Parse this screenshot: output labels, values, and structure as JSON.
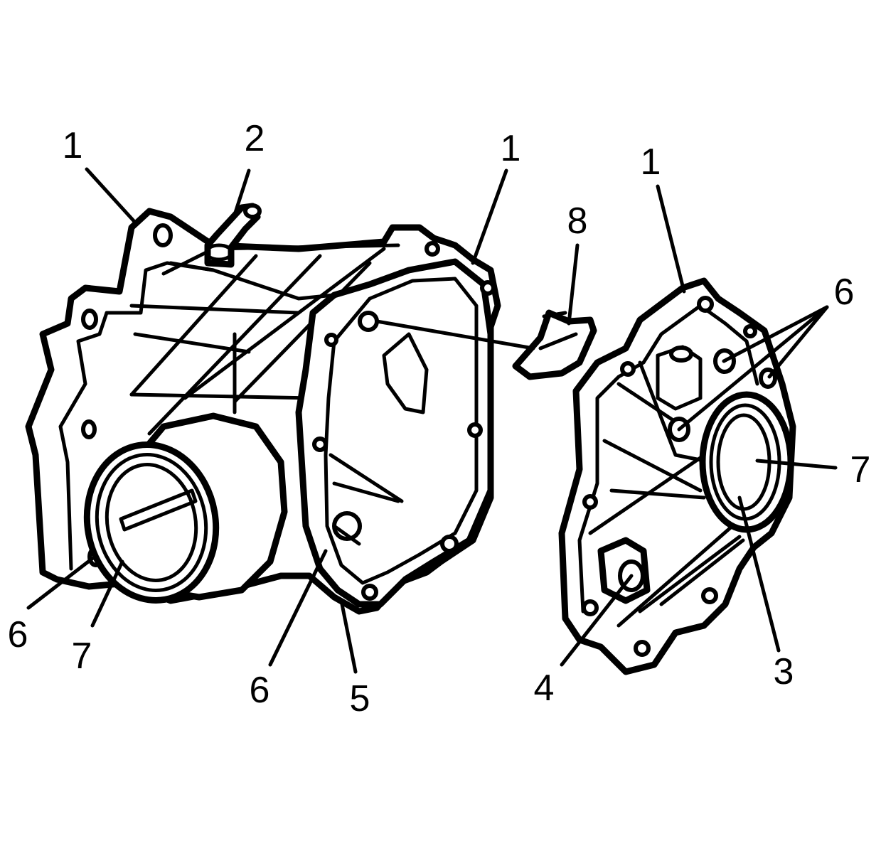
{
  "callouts": {
    "c1a": "1",
    "c2": "2",
    "c1b": "1",
    "c8": "8",
    "c1c": "1",
    "c6a": "6",
    "c7a": "7",
    "c6b": "6",
    "c7b": "7",
    "c6c": "6",
    "c5": "5",
    "c4": "4",
    "c3": "3"
  }
}
